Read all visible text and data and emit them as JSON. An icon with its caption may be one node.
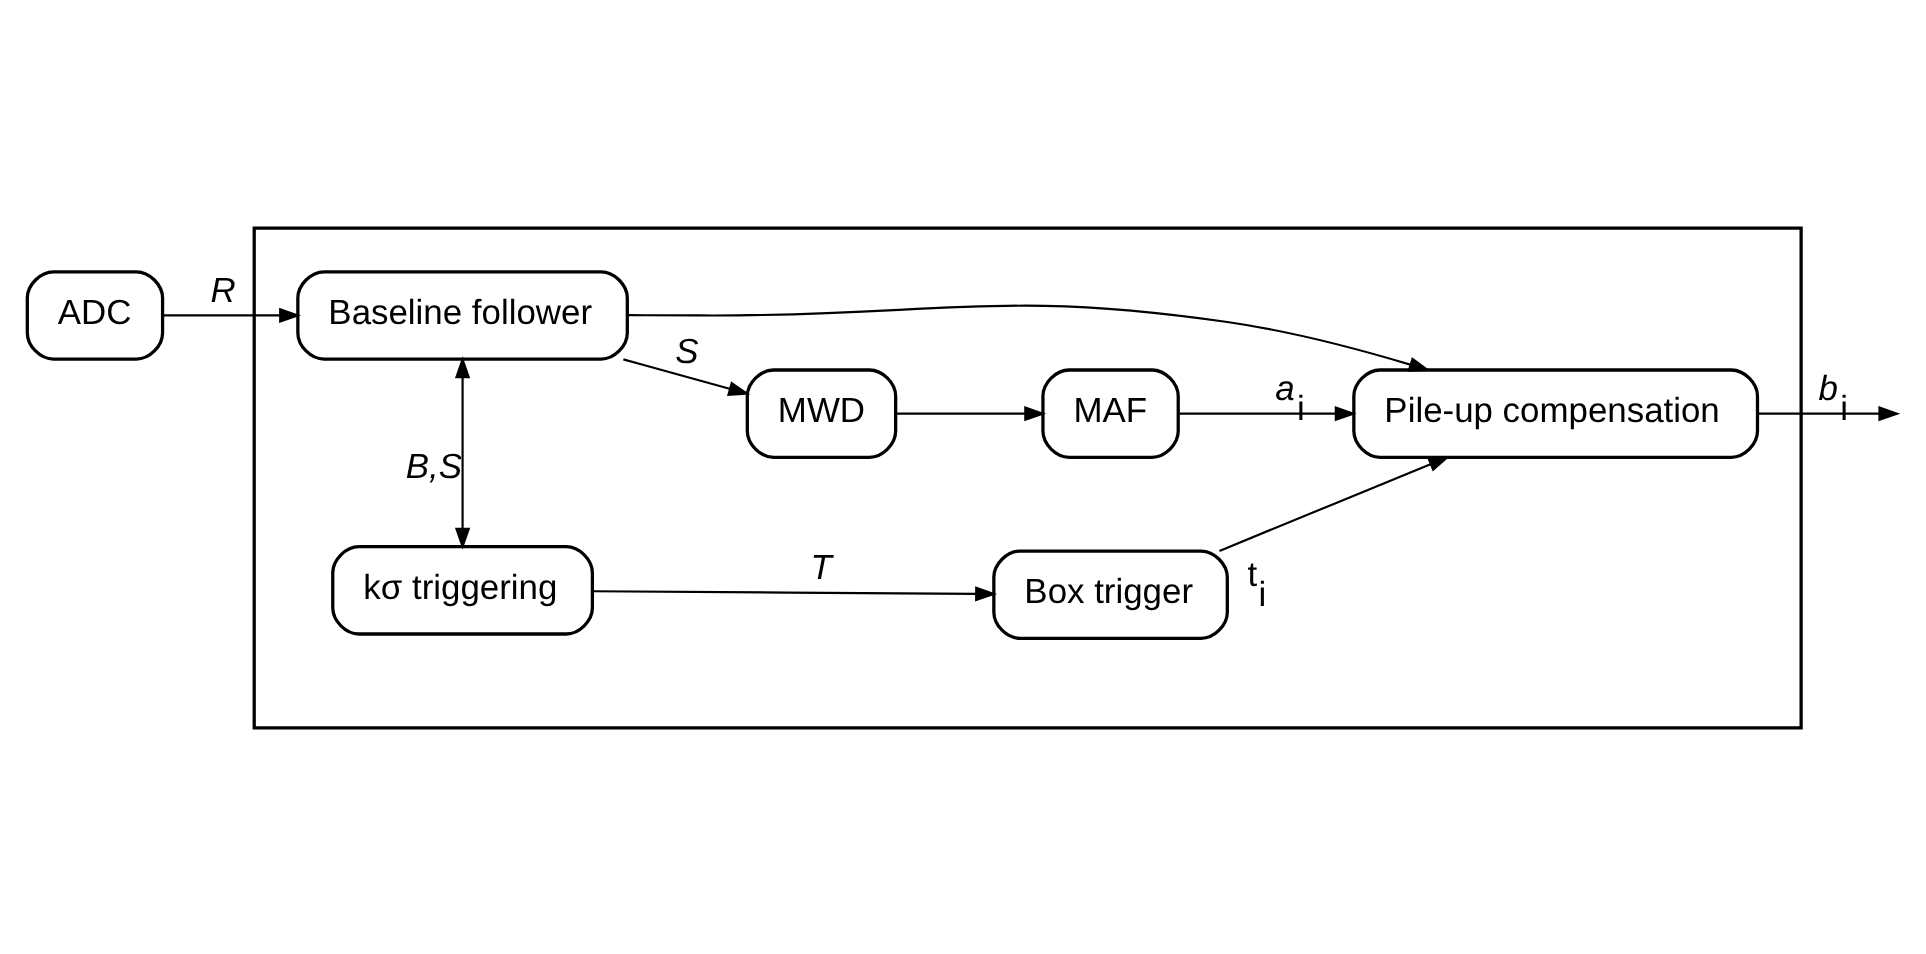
{
  "diagram": {
    "nodes": [
      {
        "text": [
          "ADC"
        ]
      },
      {
        "text": [],
        "shape": "box"
      },
      {
        "text": [
          "Baseline follower"
        ],
        "in": 1
      },
      {
        "text": [
          "MWD"
        ],
        "in": 1
      },
      {
        "text": [
          "MAF"
        ],
        "in": 1
      },
      {
        "text": [
          "Pile-up compensation"
        ],
        "in": 1
      },
      {
        "text": [
          "kσ triggering"
        ],
        "in": 1
      },
      {
        "text": [
          "Box trigger"
        ],
        "in": 1
      }
    ],
    "edges": [
      {
        "from": 0,
        "to": 2,
        "arrow": "to",
        "label": "R"
      },
      {
        "from": 2,
        "to": 3,
        "arrow": "to",
        "label": "S"
      },
      {
        "from": 3,
        "to": 4,
        "arrow": "to"
      },
      {
        "from": 2,
        "to": 5,
        "arrow": "to"
      },
      {
        "from": 4,
        "to": 5,
        "arrow": "to",
        "label": "a$_{i}$"
      },
      {
        "from": 7,
        "to": 5,
        "arrow": "to",
        "label": "t$_{i}$"
      },
      {
        "from": 2,
        "to": 6,
        "arrow": "both",
        "label": "B,S"
      },
      {
        "from": 6,
        "to": 7,
        "arrow": "to",
        "label": "T"
      },
      {
        "from": 5,
        "to": null,
        "arrow": "to",
        "label": "b$_{i}$"
      }
    ]
  }
}
